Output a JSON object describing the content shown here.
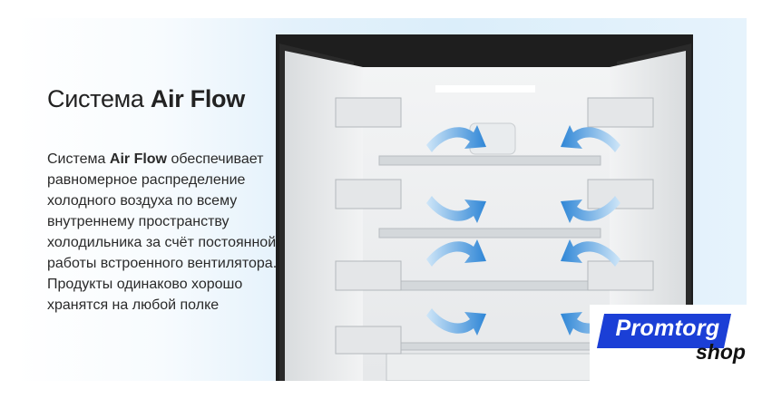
{
  "heading": {
    "prefix": "Система ",
    "emphasis": "Air Flow"
  },
  "description": {
    "lead_prefix": "Система ",
    "lead_emphasis": "Air Flow",
    "body": "обеспечивает равномерное распределение холодного воздуха по всему внутреннему пространству холодильника за счёт постоянной работы встроенного вентилятора. Продукты одинаково хорошо хранятся на любой полке"
  },
  "logo": {
    "top": "Promtorg",
    "bottom": "shop",
    "brand_color": "#1b3fd6"
  },
  "colors": {
    "arrow": "#2f86d6",
    "arrow_light": "#cfe6f8",
    "fridge_body": "#1e1e1e",
    "background_tint": "#dbeefa"
  }
}
